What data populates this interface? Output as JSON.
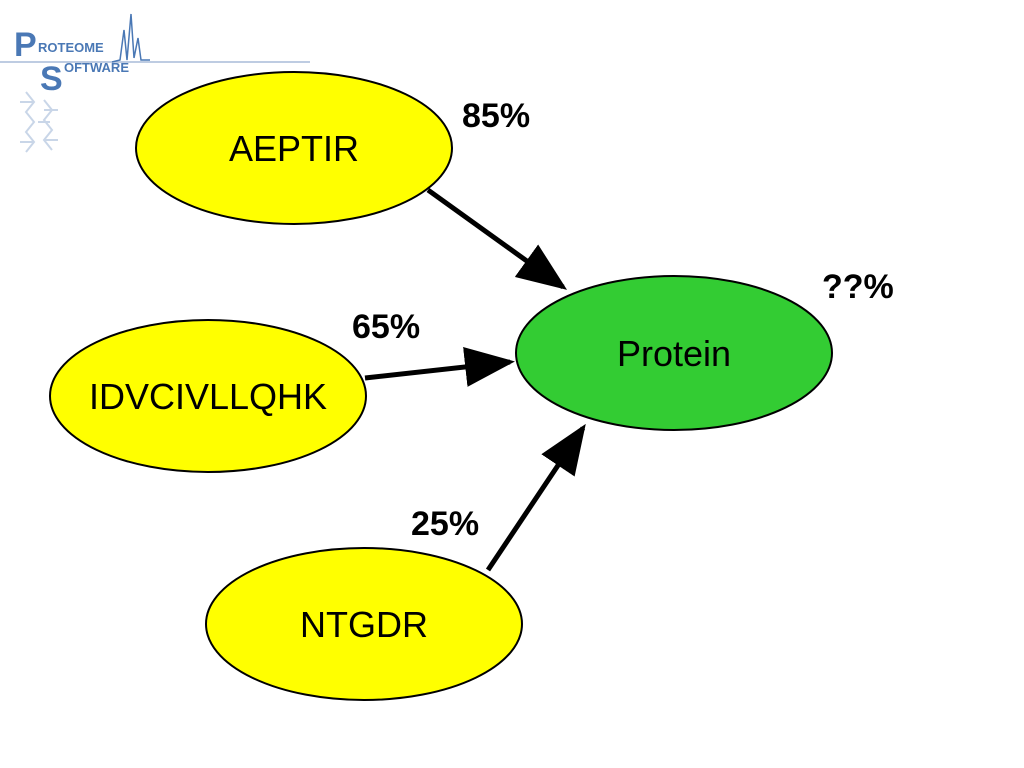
{
  "logo": {
    "line1": "ROTEOME",
    "line2": "OFTWARE",
    "initial1": "P",
    "initial2": "S",
    "colors": {
      "primary": "#4a78b5",
      "light": "#c9d6e8"
    }
  },
  "nodes": {
    "aeptir": {
      "label": "AEPTIR",
      "color": "#ffff00"
    },
    "idvcivllqhk": {
      "label": "IDVCIVLLQHK",
      "color": "#ffff00"
    },
    "ntgdr": {
      "label": "NTGDR",
      "color": "#ffff00"
    },
    "protein": {
      "label": "Protein",
      "color": "#33cc33"
    }
  },
  "edges": {
    "aeptir": {
      "probability": "85%"
    },
    "idvcivllqhk": {
      "probability": "65%"
    },
    "ntgdr": {
      "probability": "25%"
    }
  },
  "protein_probability": "??%"
}
